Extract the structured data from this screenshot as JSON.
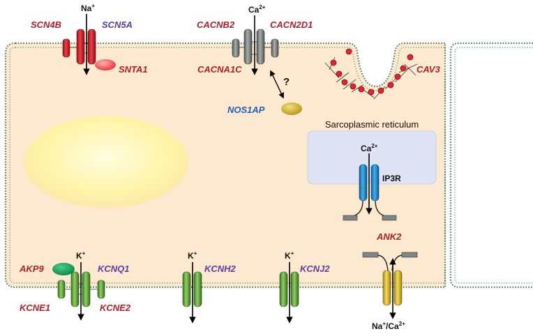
{
  "colors": {
    "cytoplasm": "#fde9d0",
    "membrane_dot": "#3f7a57",
    "gene_red": "#b0202a",
    "gene_purple": "#5b3f9a",
    "gene_blue": "#1f5fb5",
    "na_channel": "#d8202a",
    "ca_channel": "#7f8683",
    "k_channel": "#5fa83c",
    "ip3r": "#1e8fd0",
    "exchanger": "#e6c23a",
    "sr_fill": "#dfe3f5",
    "nucleus": "#fff7b0"
  },
  "labels": {
    "scn4b": "SCN4B",
    "scn5a": "SCN5A",
    "snta1": "SNTA1",
    "cacnb2": "CACNB2",
    "cacn2d1": "CACN2D1",
    "cacna1c": "CACNA1C",
    "cav3": "CAV3",
    "nos1ap": "NOS1AP",
    "question": "?",
    "sr_title": "Sarcoplasmic reticulum",
    "ip3r": "IP3R",
    "akp9": "AKP9",
    "kcnq1": "KCNQ1",
    "kcne1": "KCNE1",
    "kcne2": "KCNE2",
    "kcnh2": "KCNH2",
    "kcnj2": "KCNJ2",
    "ank2": "ANK2"
  },
  "ions": {
    "na": {
      "base": "Na",
      "sup": "+"
    },
    "ca_top": {
      "base": "Ca",
      "sup": "2+"
    },
    "ca_sr": {
      "base": "Ca",
      "sup": "2+"
    },
    "k1": {
      "base": "K",
      "sup": "+"
    },
    "k2": {
      "base": "K",
      "sup": "+"
    },
    "k3": {
      "base": "K",
      "sup": "+"
    },
    "exchanger": {
      "na": "Na",
      "na_sup": "+",
      "sep": "/Ca",
      "ca_sup": "2+"
    }
  }
}
